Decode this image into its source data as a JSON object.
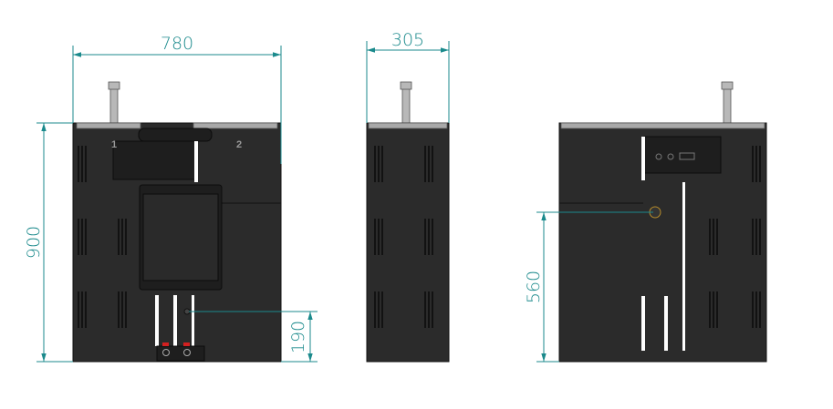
{
  "dimensions": {
    "width": "780",
    "depth": "305",
    "height": "900",
    "lower_connector_height": "190",
    "side_connector_height": "560"
  },
  "front_view": {
    "cabinet_labels": [
      "1",
      "2"
    ]
  },
  "colors": {
    "dimension": "#1b8a8c",
    "cabinet": "#2b2b2b",
    "connector": "#d42020"
  }
}
